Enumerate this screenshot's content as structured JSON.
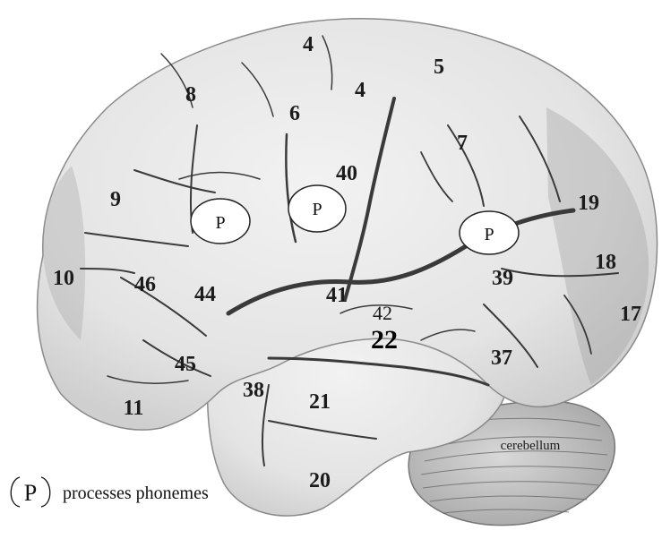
{
  "diagram": {
    "area_labels": [
      "4",
      "4",
      "5",
      "8",
      "6",
      "7",
      "40",
      "9",
      "19",
      "10",
      "46",
      "44",
      "39",
      "18",
      "41",
      "42",
      "22",
      "17",
      "45",
      "37",
      "38",
      "21",
      "11",
      "20"
    ],
    "cerebellum_label": "cerebellum",
    "phoneme_markers": [
      "P",
      "P",
      "P"
    ],
    "legend": {
      "symbol": "P",
      "text": "processes phonemes"
    },
    "colors": {
      "brain_fill": "#e6e6e6",
      "brain_edge": "#8a8a8a",
      "sulcus": "#3a3a3a",
      "label": "#1c1c1c"
    }
  }
}
